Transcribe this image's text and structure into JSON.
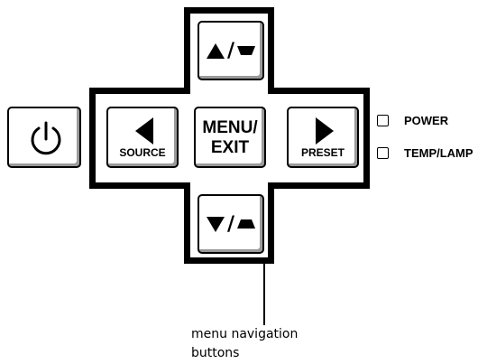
{
  "keys": {
    "up": {
      "slash": "/"
    },
    "down": {
      "slash": "/"
    },
    "left": {
      "label": "SOURCE"
    },
    "center": {
      "line1": "MENU/",
      "line2": "EXIT"
    },
    "right": {
      "label": "PRESET"
    }
  },
  "indicators": {
    "power": {
      "label": "POWER"
    },
    "temp_lamp": {
      "label": "TEMP/LAMP"
    }
  },
  "callout": {
    "line1": "menu navigation",
    "line2": "buttons"
  },
  "icons": {
    "power_button": "power-icon",
    "up_key": [
      "triangle-up-icon",
      "keystone-down-icon"
    ],
    "down_key": [
      "triangle-down-icon",
      "keystone-up-icon"
    ],
    "left_key": "triangle-left-icon",
    "right_key": "triangle-right-icon"
  }
}
